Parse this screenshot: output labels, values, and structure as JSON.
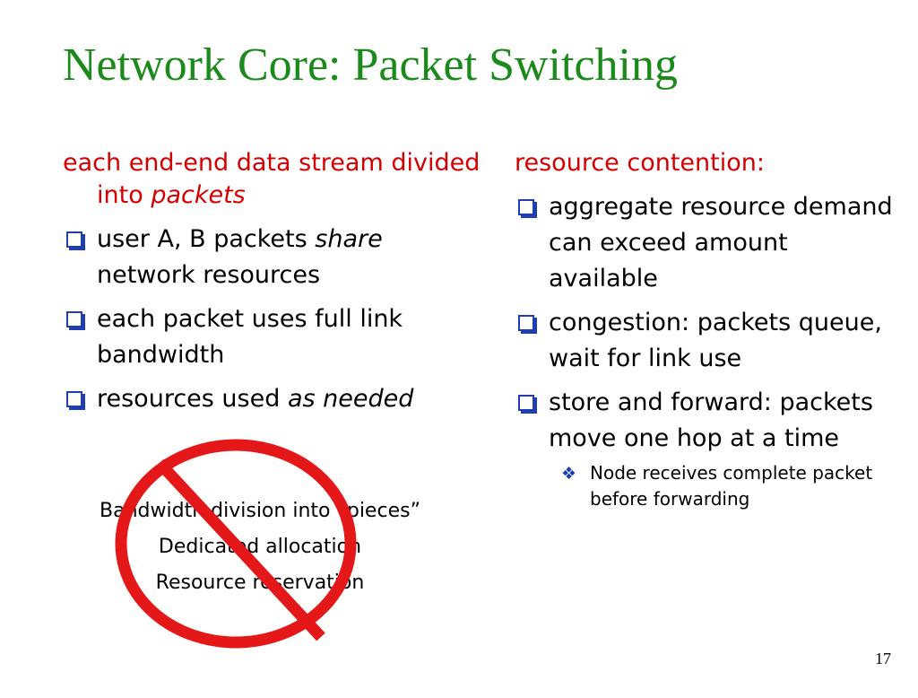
{
  "title": "Network Core: Packet Switching",
  "left": {
    "heading_prefix": "each end-end data stream divided into ",
    "heading_emph": "packets",
    "bullets": [
      {
        "text": "user A, B packets ",
        "emph": "share",
        "tail": " network resources"
      },
      {
        "text": "each packet uses full link bandwidth",
        "emph": "",
        "tail": ""
      },
      {
        "text": "resources used ",
        "emph": "as needed",
        "tail": ""
      }
    ]
  },
  "right": {
    "heading": "resource contention:",
    "bullets": [
      {
        "text": "aggregate resource demand can exceed amount available"
      },
      {
        "text": "congestion: packets queue, wait for link use"
      },
      {
        "text": "store and forward: packets move one hop at a time"
      }
    ],
    "sub_bullet": "Node receives complete packet before forwarding"
  },
  "crossed_out": [
    "Bandwidth division into “pieces”",
    "Dedicated allocation",
    "Resource reservation"
  ],
  "page_number": "17",
  "colors": {
    "title": "#1a8a1a",
    "heading": "#d40000",
    "bullet": "#1f3fb0",
    "no_sign": "#e41818"
  },
  "icons": {
    "bullet": "checkbox-bullet-icon",
    "sub_bullet": "diamond-bullet-icon",
    "no_sign": "prohibition-sign-icon"
  }
}
